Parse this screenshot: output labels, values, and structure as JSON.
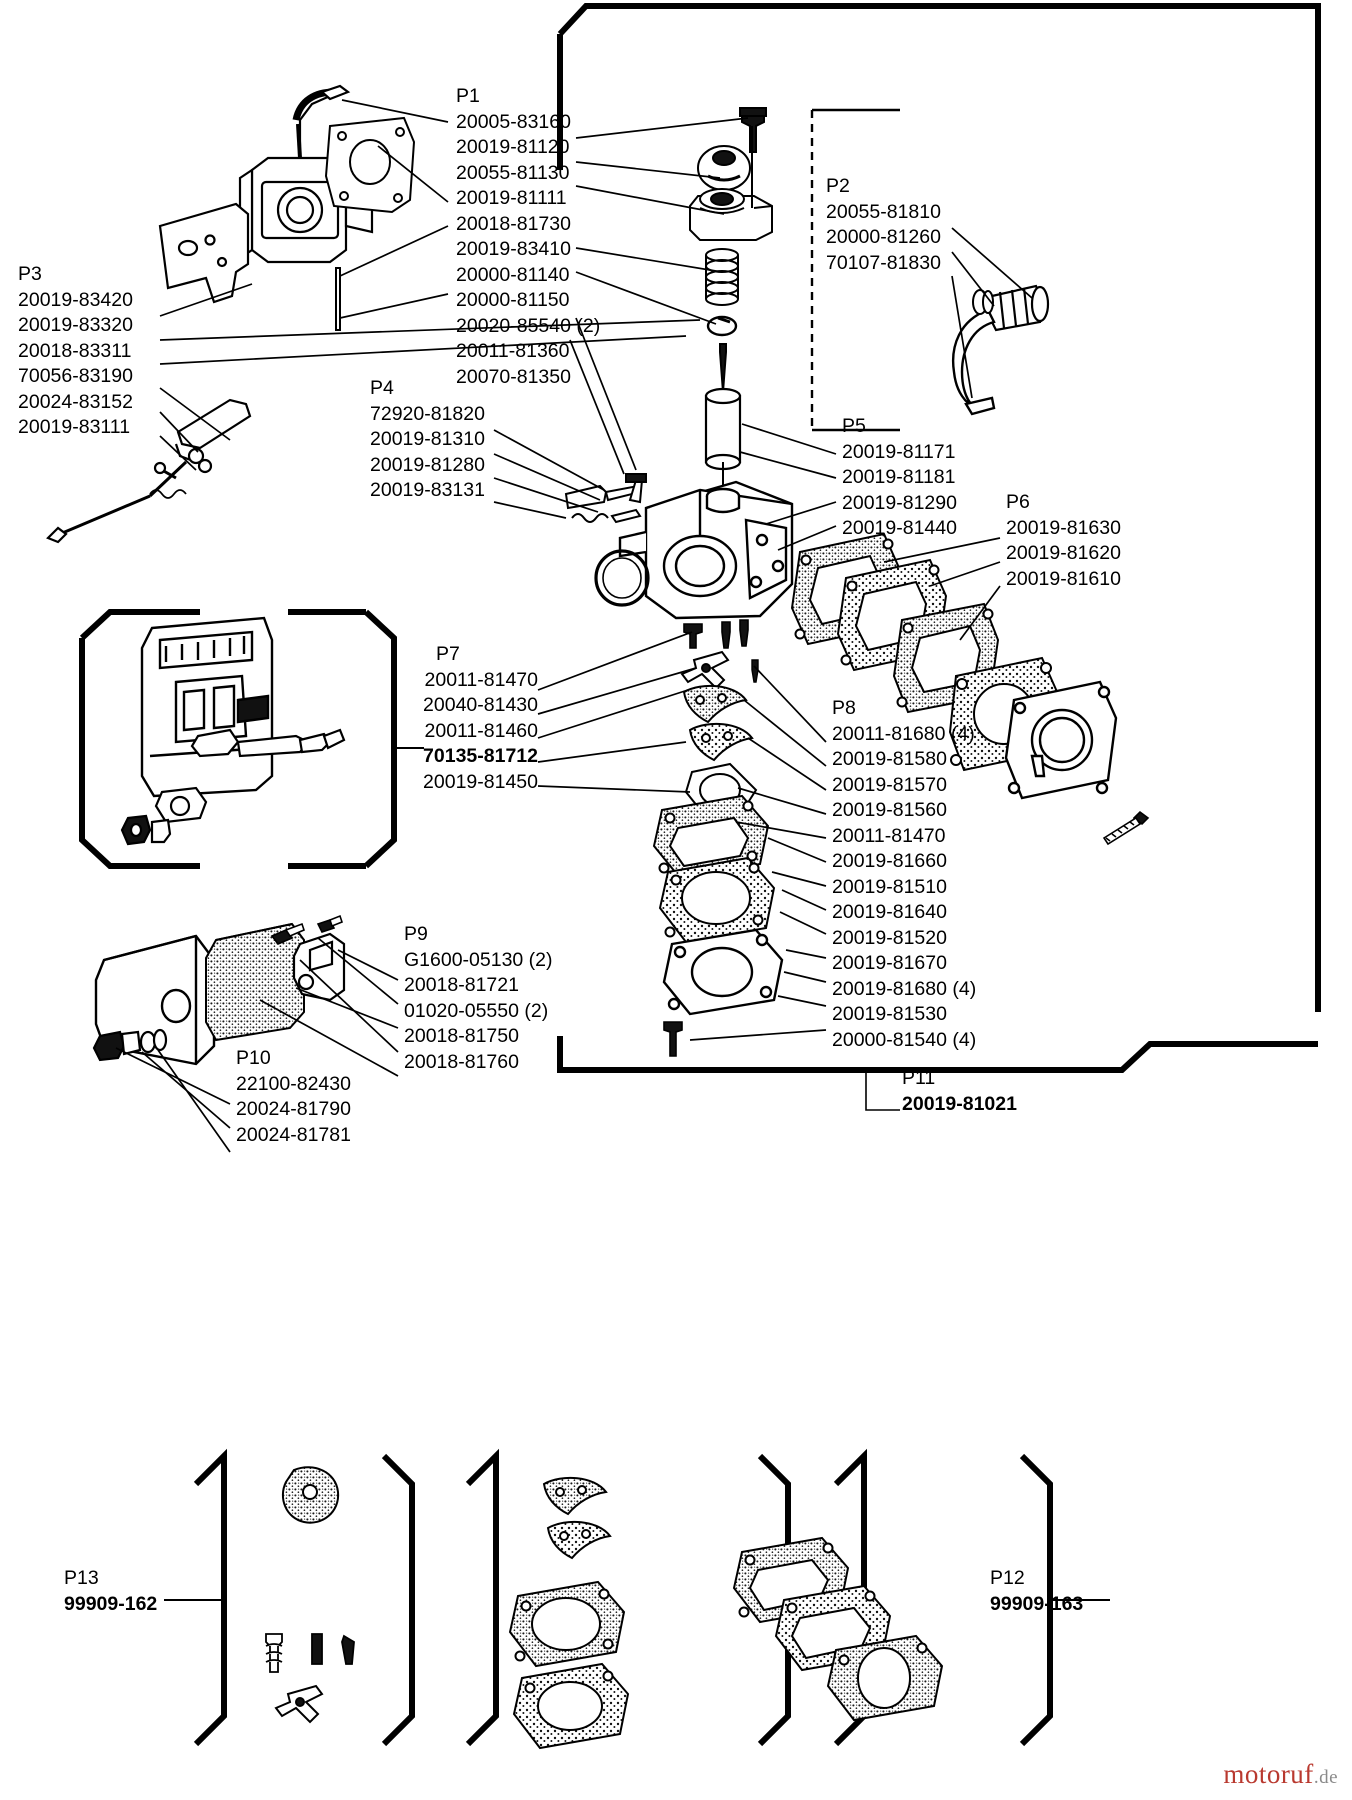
{
  "document": {
    "type": "exploded-parts-diagram",
    "subject": "Carburetor assembly parts breakdown",
    "watermark": {
      "brand": "motoruf",
      "suffix": ".de",
      "brand_color": "#b9392f"
    }
  },
  "groups": {
    "p1": {
      "label": "P1",
      "parts": [
        "20005-83160",
        "20019-81120",
        "20055-81130",
        "20019-81111",
        "20018-81730",
        "20019-83410",
        "20000-81140",
        "20000-81150",
        "20020-85540 (2)",
        "20011-81360",
        "20070-81350"
      ]
    },
    "p2": {
      "label": "P2",
      "parts": [
        "20055-81810",
        "20000-81260",
        "70107-81830"
      ]
    },
    "p3": {
      "label": "P3",
      "parts": [
        "20019-83420",
        "20019-83320",
        "20018-83311",
        "70056-83190",
        "20024-83152",
        "20019-83111"
      ]
    },
    "p4": {
      "label": "P4",
      "parts": [
        "72920-81820",
        "20019-81310",
        "20019-81280",
        "20019-83131"
      ]
    },
    "p5": {
      "label": "P5",
      "parts": [
        "20019-81171",
        "20019-81181",
        "20019-81290",
        "20019-81440"
      ]
    },
    "p6": {
      "label": "P6",
      "parts": [
        "20019-81630",
        "20019-81620",
        "20019-81610"
      ]
    },
    "p7": {
      "label": "P7",
      "parts": [
        {
          "number": "20011-81470",
          "bold": false
        },
        {
          "number": "20040-81430",
          "bold": false
        },
        {
          "number": "20011-81460",
          "bold": false
        },
        {
          "number": "70135-81712",
          "bold": true
        },
        {
          "number": "20019-81450",
          "bold": false
        }
      ]
    },
    "p8": {
      "label": "P8",
      "parts": [
        "20011-81680 (4)",
        "20019-81580",
        "20019-81570",
        "20019-81560",
        "20011-81470",
        "20019-81660",
        "20019-81510",
        "20019-81640",
        "20019-81520",
        "20019-81670",
        "20019-81680 (4)",
        "20019-81530",
        "20000-81540 (4)"
      ]
    },
    "p9": {
      "label": "P9",
      "parts": [
        "G1600-05130 (2)",
        "20018-81721",
        "01020-05550 (2)",
        "20018-81750",
        "20018-81760"
      ]
    },
    "p10": {
      "label": "P10",
      "parts": [
        "22100-82430",
        "20024-81790",
        "20024-81781"
      ]
    },
    "p11": {
      "label": "P11",
      "kit_number": "20019-81021"
    },
    "p12": {
      "label": "P12",
      "kit_number": "99909-163"
    },
    "p13": {
      "label": "P13",
      "kit_number": "99909-162"
    }
  }
}
